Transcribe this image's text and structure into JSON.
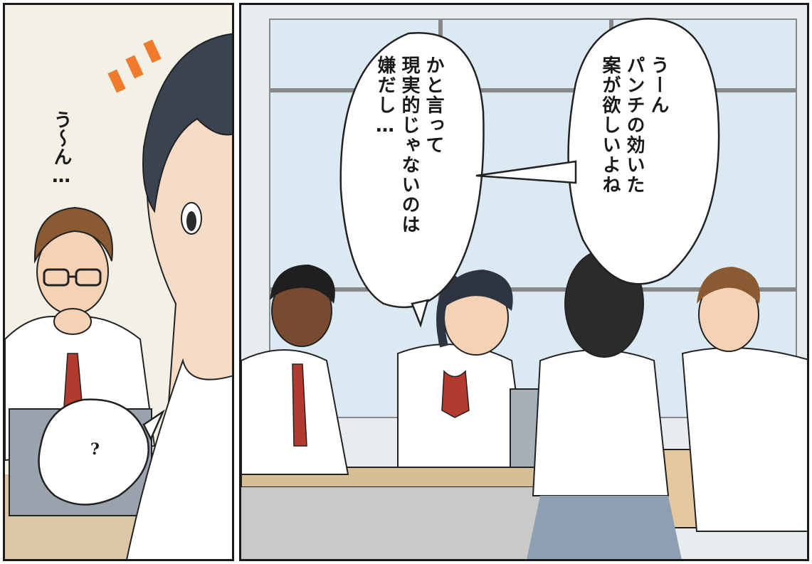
{
  "panels": {
    "left": {
      "sfx": "う〜ん…",
      "question_bubble": "?"
    },
    "right": {
      "bubble_left": "かと言って\n現実的じゃないのは\n嫌だし…",
      "bubble_right": "うーん\nパンチの効いた\n案が欲しいよね"
    }
  }
}
